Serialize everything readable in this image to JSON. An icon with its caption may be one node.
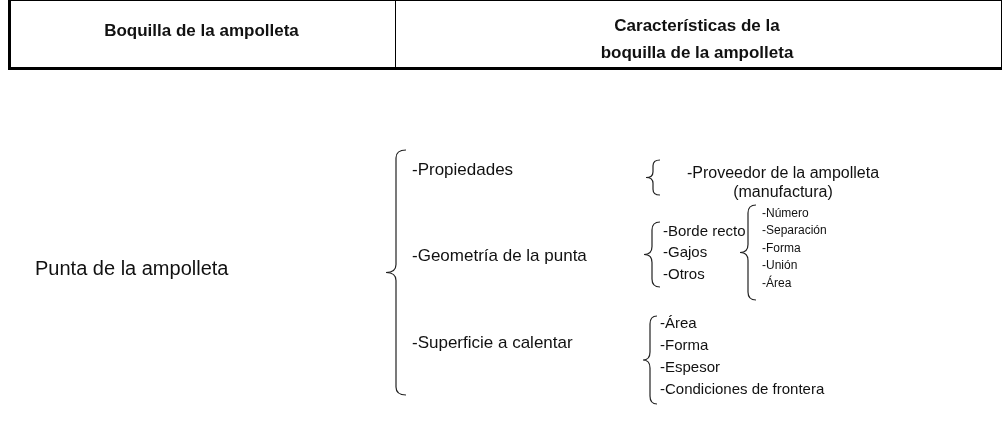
{
  "diagram": {
    "labels": [
      "Boquilla de la ampolleta",
      "Características de la boquilla de la ampolleta",
      "Punta de la ampolleta",
      "-Propiedades",
      "-Proveedor de la ampolleta (manufactura)",
      "-Geometría de la punta",
      "-Borde recto",
      "-Gajos",
      "-Otros",
      "-Número",
      "-Separación",
      "-Forma",
      "-Unión",
      "-Área",
      "-Superficie a calentar",
      "-Área",
      "-Forma",
      "-Espesor",
      "-Condiciones de frontera"
    ]
  }
}
